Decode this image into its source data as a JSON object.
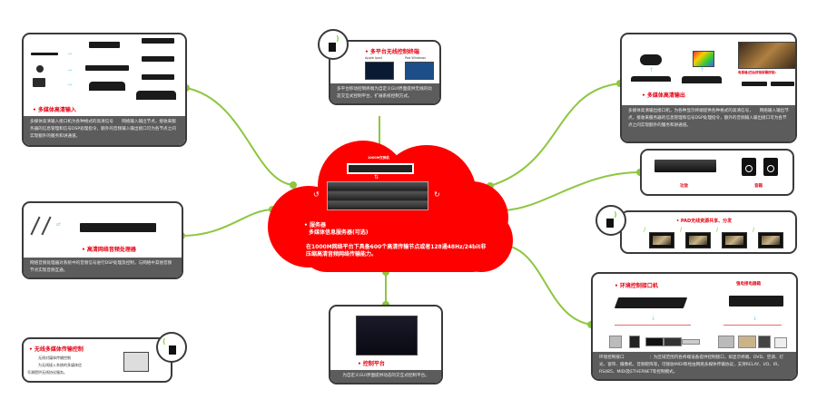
{
  "server": {
    "switch_label": "1000M交换机",
    "bullet_title": "服务器",
    "subtitle": "多媒体信息服务器(可选)",
    "desc_line1": "在1000M网络平台下具备600个高清传输节点或者128通48Hz/24bit非",
    "desc_line2": "压缩高清音频网络传输能力。"
  },
  "panels": {
    "hd_input": {
      "title": "• 多媒体高清输入",
      "desc": "多媒体高清输入接口机为各种格式的高清信号　　网络输入输出节点，接收来服务器的信息管理和信号DSP处理指令，额外的音频输入输出接口可为各节点之间实现额外的服务和讲通道。"
    },
    "wireless_control": {
      "title": "• 多平台无线控制终端",
      "device1_label": "Apple Ipad",
      "device2_label": "Pad Windows",
      "desc": "多平台移动控制终端为自定义GUI界面提供无线的动态交互式控制平台，扩展系统控制方式。"
    },
    "hd_output": {
      "title": "• 多媒体高清输出",
      "matrix_label": "电视墙(四台拼接屏幕拼接)",
      "desc": "多媒体高清输出接口机，为各种显示终端提供各种格式的高清信号，　　网络输入输出节点，接收来服务器的信息管理和信号DSP处理指令，额外的音频输入输出接口可为各节点之间实现额外的服务和讲通道。"
    },
    "audio_amp": {
      "amp_label": "功放",
      "speaker_label": "音箱"
    },
    "pad_share": {
      "title": "• PAD无线资源共享、分发",
      "pad_count": 4
    },
    "env_control": {
      "title": "• 环境控制接口机",
      "power_label": "强电接电器箱",
      "desc_line1": "环境控制接口　　　　　　：为区域范围内各终端设备提供控制接口，如显示终端、DVD、空调、灯",
      "desc_line2": "光、窗帘、摄像机、音频矩阵等，可接收MIDI和经由网络多媒体传输协议，支持RELAY、I/O、IR、",
      "desc_line3": "RS485、MIDI及ETHERNET等控制模式。"
    },
    "audio_processor": {
      "title": "• 高清网络音频处理器",
      "desc": "网络音频处理器对系统中的音频信号进行DSP处理及控制，与网络中其他音频节点实现音频互通。"
    },
    "control_platform": {
      "title": "• 控制平台",
      "desc": "为自定义GUI界面提供动态的交互式控制平台。"
    },
    "wireless_transfer": {
      "title": "• 无线多媒体传输控制",
      "desc_line1": "无线对媒体传输控制",
      "desc_line2": "为无线接入系统的多媒体信",
      "desc_line3": "号源提供无线协议服务。"
    }
  },
  "colors": {
    "cloud": "#ff0000",
    "connector": "#8dc63f",
    "accent_red": "#e60012",
    "desc_bg": "#5c5c5c",
    "border": "#3a3a3a"
  }
}
